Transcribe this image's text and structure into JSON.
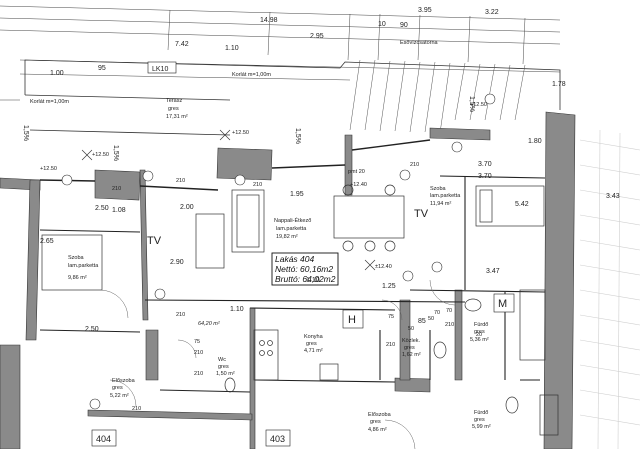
{
  "dimensions": {
    "top": [
      "14.98",
      "7.42",
      "1.10",
      "2.95",
      "3.95",
      "3.22",
      "10",
      "90",
      "1.00",
      "95"
    ],
    "mid": [
      "2.00",
      "1.10",
      "1.25",
      "2.50",
      "1.10",
      "3.47",
      "1.78",
      "3.43",
      "1.80",
      "1.08",
      "3.70",
      "3.70",
      "5.42",
      "2.65",
      "2.90",
      "2.50",
      "1.95",
      "85"
    ],
    "small": [
      "210",
      "210",
      "210",
      "210",
      "210",
      "75",
      "75",
      "50",
      "50",
      "70",
      "70",
      "20",
      "210",
      "210",
      "210",
      "210",
      "210"
    ]
  },
  "elevations": [
    "+12.50",
    "+12.50",
    "+12.50",
    "±12.40",
    "+12.40",
    "+12.50"
  ],
  "labels": {
    "lk": "LK10",
    "railing_top": "Korlát m=1,00m",
    "railing_left": "Korlát m=1,00m",
    "parapet": "Esővízcsatorna",
    "slope_a": "1,5%",
    "slope_b": "1,5%",
    "slope_c": "1,5%",
    "slope_d": "1,5%",
    "tv_left": "TV",
    "tv_right": "TV",
    "h_mark": "H",
    "m_mark": "M",
    "unit_404": "404",
    "unit_403": "403",
    "pmt": "pmt 20"
  },
  "rooms": {
    "terasz": {
      "name": "Terasz",
      "floor": "gres",
      "area": "17,31 m²"
    },
    "szoba_left": {
      "name": "Szoba",
      "floor": "lam.parketta",
      "area": "9,86 m²"
    },
    "nappali": {
      "name": "Nappali-Étkező",
      "floor": "lam.parketta",
      "area": "19,82 m²"
    },
    "szoba_right": {
      "name": "Szoba",
      "floor": "lam.parketta",
      "area": "11,94 m²"
    },
    "konyha": {
      "name": "Konyha",
      "floor": "gres",
      "area": "4,71 m²"
    },
    "kozlek": {
      "name": "Közlek.",
      "floor": "gres",
      "area": "1,62 m²"
    },
    "furdo": {
      "name": "Fürdő",
      "floor": "gres",
      "area": "5,36 m²"
    },
    "wc": {
      "name": "Wc",
      "floor": "gres",
      "area": "1,50 m²"
    },
    "eloszoba_left": {
      "name": "Előszoba",
      "floor": "gres",
      "area": "5,22 m²"
    },
    "eloszoba_right": {
      "name": "Előszoba",
      "floor": "gres",
      "area": "4,86 m²"
    },
    "furdo_b": {
      "name": "Fürdő",
      "floor": "gres",
      "area": "5,99 m²"
    }
  },
  "flat": {
    "title": "Lakás 404",
    "netto": "Nettó: 60,16m2",
    "brutto": "Bruttó: 64,02m2",
    "hall_area": "64,20 m²"
  }
}
